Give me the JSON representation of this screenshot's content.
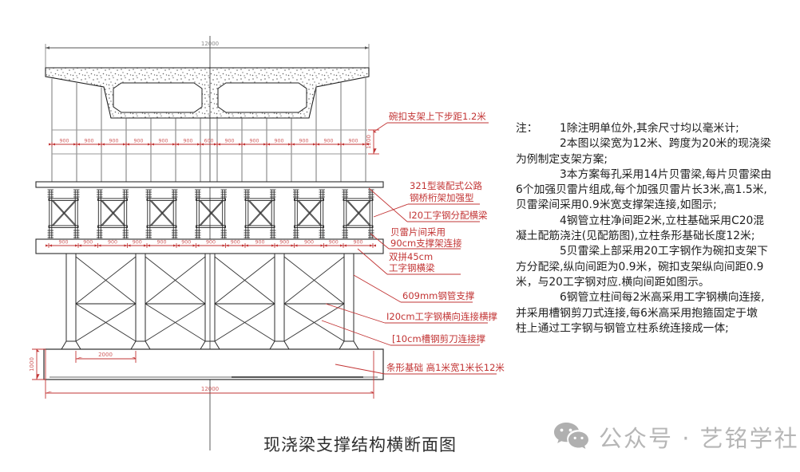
{
  "drawing": {
    "title": "现浇梁支撑结构横断面图",
    "dimensions": {
      "deck_width": "12000",
      "foundation_width": "12000",
      "step_height": "1200",
      "column_clear_spacing": "2000",
      "foundation_height": "1000",
      "upper_spacing_row": [
        "900",
        "900",
        "900",
        "900",
        "900",
        "900",
        "600",
        "900",
        "900",
        "900",
        "900",
        "900",
        "900"
      ],
      "lower_spacing_row": [
        "900",
        "900",
        "900",
        "900",
        "900",
        "900",
        "900",
        "900",
        "900",
        "900",
        "900",
        "900",
        "900"
      ]
    },
    "labels": {
      "wankou": "碗扣支架上下步距1.2米",
      "truss1": "321型装配式公路",
      "truss2": "钢桥桁架加强型",
      "i20_dist": "I20工字钢分配横梁",
      "bailey1": "贝雷片间采用",
      "bailey2": "90cm支撑架连接",
      "twin1": "双拼45cm",
      "twin2": "工字钢横梁",
      "pipe": "609mm钢管支撑",
      "i20_lateral": "I20cm工字钢横向连接横撑",
      "channel": "[10cm槽钢剪刀连接撑",
      "foundation": "条形基础 高1米宽1米长12米"
    }
  },
  "notes": {
    "heading": "注：",
    "lines": [
      {
        "ind": true,
        "t": "1除注明单位外,其余尺寸均以毫米计;"
      },
      {
        "ind": true,
        "t": "2本图以梁宽为12米、跨度为20米的现浇梁"
      },
      {
        "ind": false,
        "t": "为例制定支架方案;"
      },
      {
        "ind": true,
        "t": "3本方案每孔采用14片贝雷梁,每片贝雷梁由"
      },
      {
        "ind": false,
        "t": "6个加强贝雷片组成,每个加强贝雷片长3米,高1.5米,"
      },
      {
        "ind": false,
        "t": "贝雷梁间采用0.9米宽支撑架连接,如图示;"
      },
      {
        "ind": true,
        "t": "4钢管立柱净间距2米,立柱基础采用C20混"
      },
      {
        "ind": false,
        "t": "凝土配筋浇注(见配筋图),立柱条形基础长度12米;"
      },
      {
        "ind": true,
        "t": "5贝雷梁上部采用20工字钢作为碗扣支架下"
      },
      {
        "ind": false,
        "t": "方分配梁,纵向间距为0.9米，碗扣支架纵向间距0.9"
      },
      {
        "ind": false,
        "t": "米，与20工字钢对应.横向间距如图示。"
      },
      {
        "ind": true,
        "t": "6钢管立柱间每2米高采用工字钢横向连接,"
      },
      {
        "ind": false,
        "t": "并采用槽钢剪刀式连接,每6米高采用抱箍固定于墩"
      },
      {
        "ind": false,
        "t": "柱上通过工字钢与钢管立柱系统连接成一体;"
      }
    ]
  },
  "watermark": {
    "icon": "wechat-icon",
    "text": "公众号 · 艺铭学社"
  },
  "colors": {
    "dim_red": "#c23434",
    "line_dark": "#2b2b2b",
    "line_gray": "#9a9a9a",
    "watermark_gray": "#b6b6b6"
  }
}
